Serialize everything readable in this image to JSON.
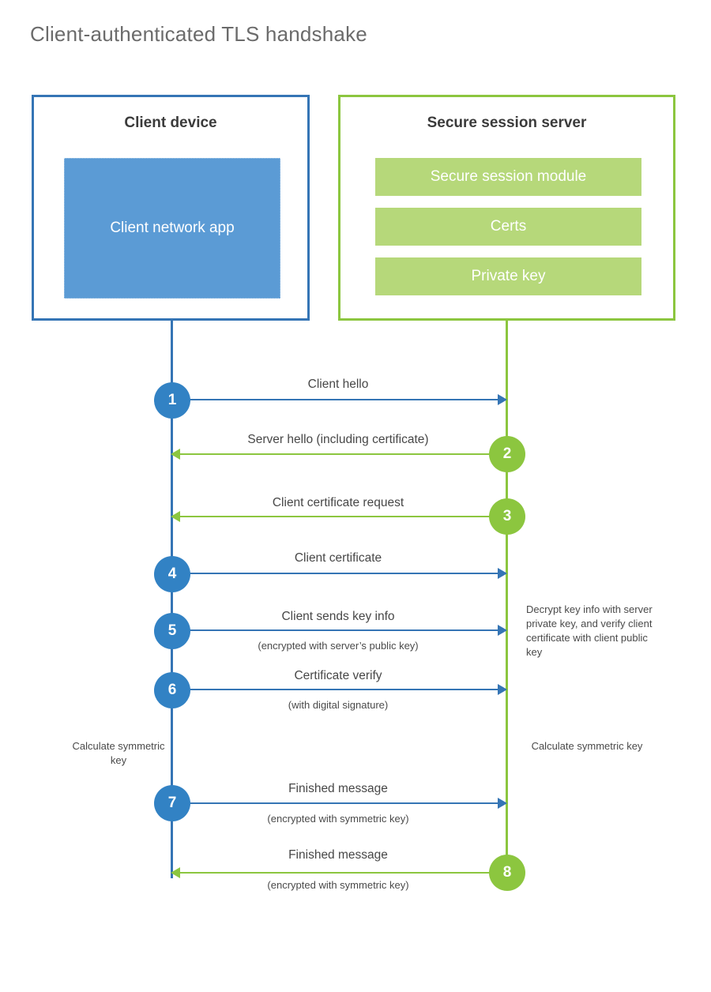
{
  "title": "Client-authenticated TLS handshake",
  "colors": {
    "client_blue": "#3575b5",
    "client_circle_blue": "#3282c4",
    "client_app_fill": "#5b9bd5",
    "server_green": "#8cc63f",
    "server_bar_fill": "#b6d87a",
    "text_gray": "#474747",
    "title_gray": "#6b6b6b",
    "background": "#ffffff"
  },
  "client": {
    "title": "Client device",
    "app_label": "Client network app"
  },
  "server": {
    "title": "Secure session server",
    "modules": [
      "Secure session module",
      "Certs",
      "Private key"
    ]
  },
  "messages": [
    {
      "step": "1",
      "label": "Client hello",
      "sublabel": "",
      "direction": "client-to-server",
      "color": "blue"
    },
    {
      "step": "2",
      "label": "Server hello (including certificate)",
      "sublabel": "",
      "direction": "server-to-client",
      "color": "green"
    },
    {
      "step": "3",
      "label": "Client certificate request",
      "sublabel": "",
      "direction": "server-to-client",
      "color": "green"
    },
    {
      "step": "4",
      "label": "Client certificate",
      "sublabel": "",
      "direction": "client-to-server",
      "color": "blue"
    },
    {
      "step": "5",
      "label": "Client sends key info",
      "sublabel": "(encrypted with server’s public key)",
      "direction": "client-to-server",
      "color": "blue"
    },
    {
      "step": "6",
      "label": "Certificate verify",
      "sublabel": "(with digital signature)",
      "direction": "client-to-server",
      "color": "blue"
    },
    {
      "step": "7",
      "label": "Finished message",
      "sublabel": "(encrypted with symmetric key)",
      "direction": "client-to-server",
      "color": "blue"
    },
    {
      "step": "8",
      "label": "Finished message",
      "sublabel": "(encrypted with symmetric key)",
      "direction": "server-to-client",
      "color": "green"
    }
  ],
  "annotations": {
    "server_decrypt": "Decrypt key info with server private key, and verify client certificate with client public key",
    "client_calculate": "Calculate symmetric key",
    "server_calculate": "Calculate symmetric key"
  }
}
